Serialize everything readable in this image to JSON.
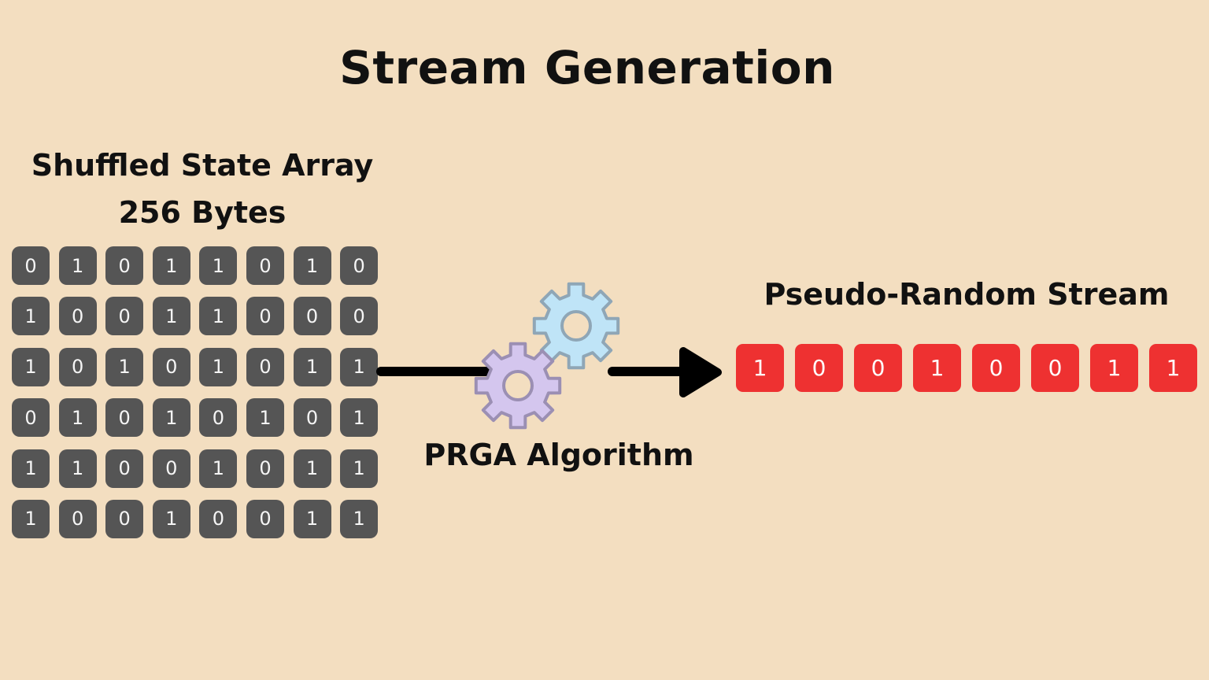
{
  "title": "Stream Generation",
  "state_array": {
    "label_line1": "Shuffled State Array",
    "label_line2": "256 Bytes",
    "rows": [
      [
        "0",
        "1",
        "0",
        "1",
        "1",
        "0",
        "1",
        "0"
      ],
      [
        "1",
        "0",
        "0",
        "1",
        "1",
        "0",
        "0",
        "0"
      ],
      [
        "1",
        "0",
        "1",
        "0",
        "1",
        "0",
        "1",
        "1"
      ],
      [
        "0",
        "1",
        "0",
        "1",
        "0",
        "1",
        "0",
        "1"
      ],
      [
        "1",
        "1",
        "0",
        "0",
        "1",
        "0",
        "1",
        "1"
      ],
      [
        "1",
        "0",
        "0",
        "1",
        "0",
        "0",
        "1",
        "1"
      ]
    ],
    "cell_color": "#555555"
  },
  "algorithm": {
    "label": "PRGA Algorithm",
    "icons": [
      "gear-icon-blue",
      "gear-icon-purple"
    ],
    "gear_colors": [
      "#bfe4f7",
      "#d4c6ee"
    ]
  },
  "stream": {
    "label": "Pseudo-Random Stream",
    "bits": [
      "1",
      "0",
      "0",
      "1",
      "0",
      "0",
      "1",
      "1"
    ],
    "cell_color": "#ee3131"
  },
  "background_color": "#f3dec0"
}
